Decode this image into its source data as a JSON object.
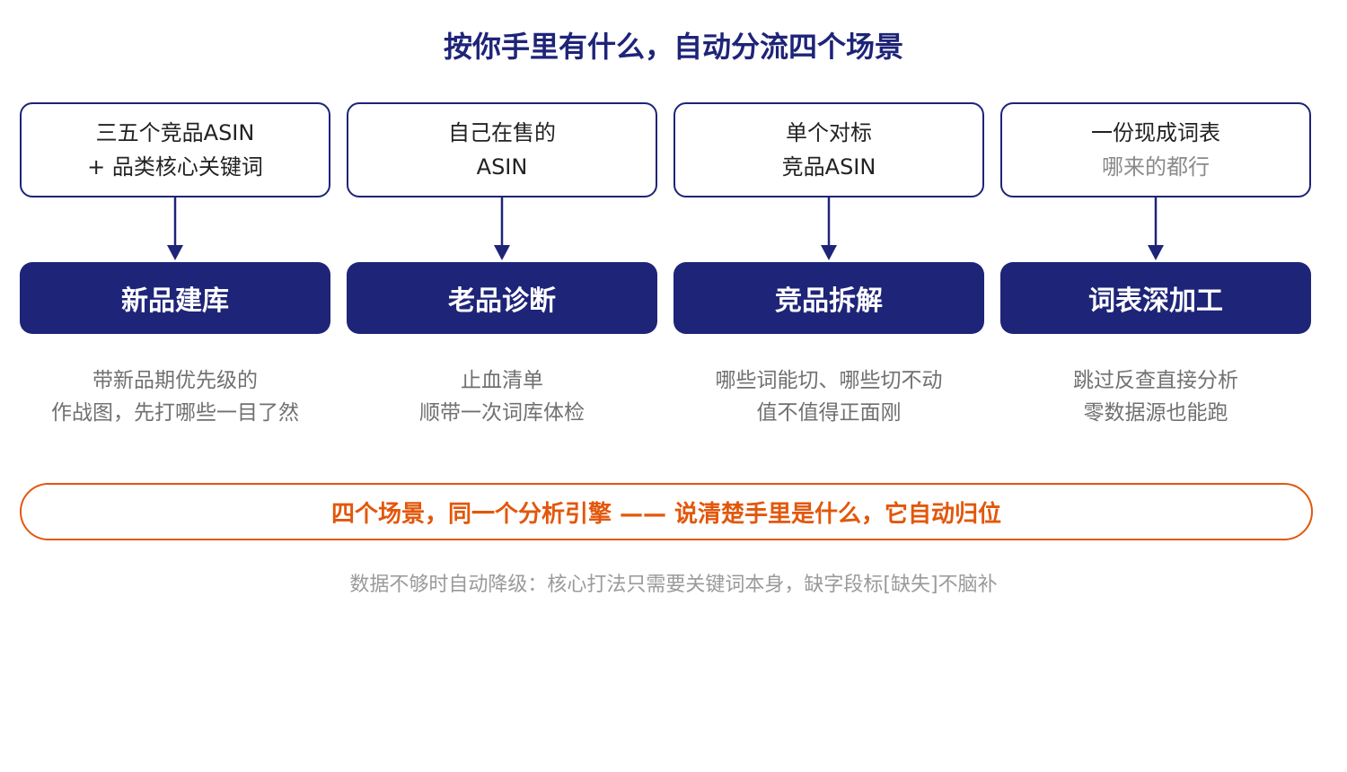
{
  "title": "按你手里有什么，自动分流四个场景",
  "colors": {
    "primary": "#1e2478",
    "accent": "#e2570b",
    "muted": "#8a8a8a"
  },
  "scenarios": [
    {
      "input_line1": "三五个竞品ASIN",
      "input_line2": "+ 品类核心关键词",
      "name": "新品建库",
      "desc_line1": "带新品期优先级的",
      "desc_line2": "作战图，先打哪些一目了然"
    },
    {
      "input_line1": "自己在售的",
      "input_line2": "ASIN",
      "name": "老品诊断",
      "desc_line1": "止血清单",
      "desc_line2": "顺带一次词库体检"
    },
    {
      "input_line1": "单个对标",
      "input_line2": "竞品ASIN",
      "name": "竞品拆解",
      "desc_line1": "哪些词能切、哪些切不动",
      "desc_line2": "值不值得正面刚"
    },
    {
      "input_line1": "一份现成词表",
      "input_line2": "哪来的都行",
      "name": "词表深加工",
      "desc_line1": "跳过反查直接分析",
      "desc_line2": "零数据源也能跑"
    }
  ],
  "banner": "四个场景，同一个分析引擎 —— 说清楚手里是什么，它自动归位",
  "footnote": "数据不够时自动降级：核心打法只需要关键词本身，缺字段标[缺失]不脑补"
}
